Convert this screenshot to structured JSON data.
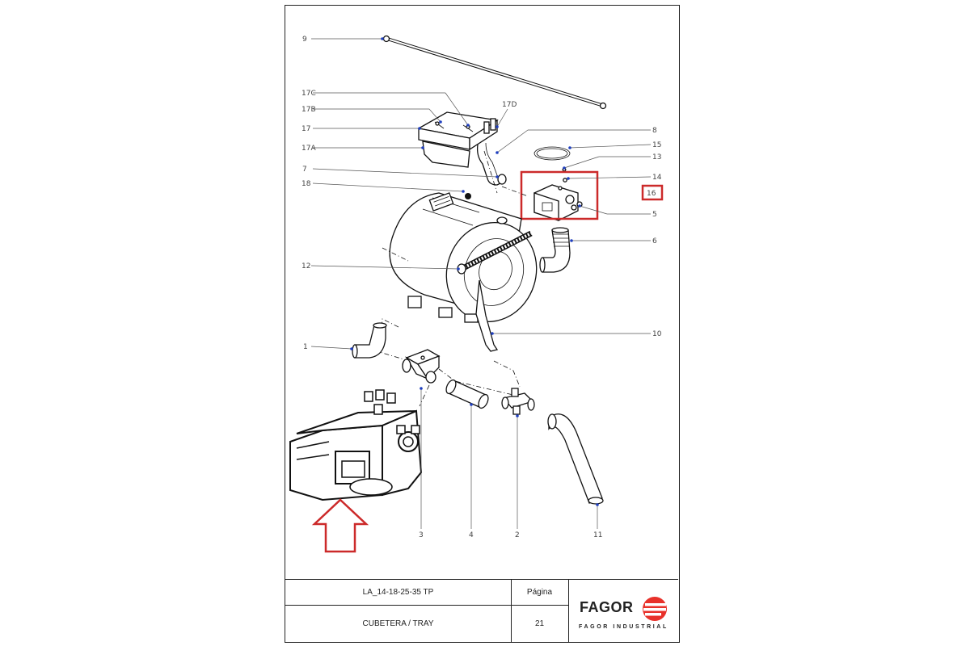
{
  "callouts": {
    "c9": "9",
    "c17c": "17C",
    "c17b": "17B",
    "c17": "17",
    "c17a": "17A",
    "c17d": "17D",
    "c8": "8",
    "c15": "15",
    "c13": "13",
    "c7": "7",
    "c14": "14",
    "c18": "18",
    "c16": "16",
    "c5": "5",
    "c6": "6",
    "c12": "12",
    "c10": "10",
    "c1": "1",
    "c3": "3",
    "c4": "4",
    "c2": "2",
    "c11": "11"
  },
  "footer": {
    "model": "LA_14-18-25-35 TP",
    "page_label": "Página",
    "description": "CUBETERA / TRAY",
    "page_number": "21"
  },
  "brand": {
    "logo_lettering": "FAGOR",
    "subtitle": "FAGOR INDUSTRIAL",
    "logo_color": "#e8312a"
  },
  "highlight_color": "#cc2a2a"
}
